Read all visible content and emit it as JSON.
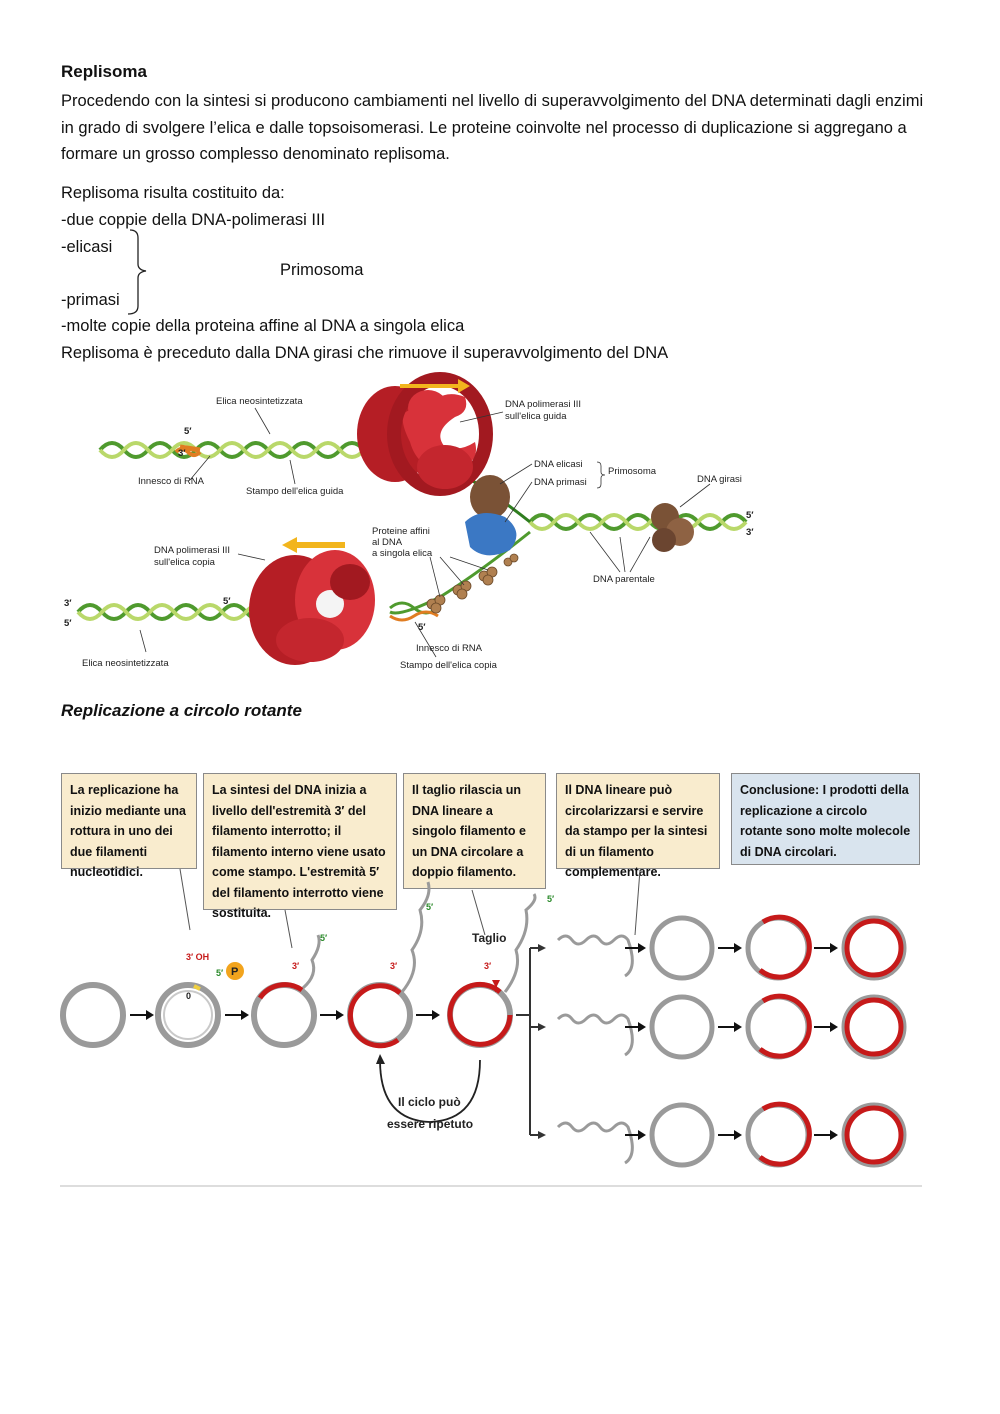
{
  "heading": "Replisoma",
  "paragraph": "Procedendo con la sintesi si producono cambiamenti nel livello di superavvolgimento del DNA determinati dagli enzimi in grado di svolgere l’elica e dalle topsoisomerasi. Le proteine coinvolte nel processo di duplicazione si aggregano a formare un grosso complesso denominato replisoma.",
  "list": {
    "intro": "Replisoma risulta costituito da:",
    "item1": "-due coppie della DNA-polimerasi III",
    "item2": "-elicasi",
    "brace_label": "Primosoma",
    "item3": "-primasi",
    "item4": "-molte copie della proteina affine al DNA a singola elica",
    "closing": "Replisoma è preceduto dalla DNA girasi che rimuove il superavvolgimento del DNA"
  },
  "figure1": {
    "labels": {
      "elica_neo_top": "Elica neosintetizzata",
      "five_top": "5′",
      "three_top": "3′",
      "innesco_top": "Innesco di RNA",
      "stampo_guida": "Stampo dell'elica guida",
      "pol_guida_1": "DNA polimerasi III",
      "pol_guida_2": "sull'elica guida",
      "elicasi": "DNA elicasi",
      "primasi": "DNA primasi",
      "primosoma": "Primosoma",
      "girasi": "DNA girasi",
      "five_right": "5′",
      "three_right": "3′",
      "proteine_1": "Proteine affini",
      "proteine_2": "al DNA",
      "proteine_3": "a singola elica",
      "parentale": "DNA parentale",
      "pol_copia_1": "DNA polimerasi III",
      "pol_copia_2": "sull'elica copia",
      "three_left": "3′",
      "five_left": "5′",
      "five_mid": "5′",
      "five_low": "5′",
      "innesco_bottom": "Innesco di RNA",
      "stampo_copia": "Stampo dell'elica copia",
      "elica_neo_bottom": "Elica neosintetizzata"
    }
  },
  "section2_title": "Replicazione a circolo rotante",
  "figure2": {
    "boxes": [
      "La replicazione ha inizio mediante una rottura in uno dei due filamenti nucleotidici.",
      "La sintesi del DNA inizia a livello dell'estremità 3′ del filamento interrotto; il filamento interno viene usato come stampo. L'estremità 5′ del filamento interrotto viene sostituita.",
      "Il taglio rilascia un DNA lineare a singolo filamento e un DNA circolare a doppio filamento.",
      "Il DNA lineare può circolarizzarsi e servire da stampo per la sintesi di un filamento complementare.",
      "Conclusione: I prodotti della replicazione a circolo rotante sono molte molecole di DNA circolari."
    ],
    "labels": {
      "three_oh": "3′ OH",
      "zero": "0",
      "five_p": "5′",
      "p": "P",
      "three_a": "3′",
      "five_a": "5′",
      "three_b": "3′",
      "five_b": "5′",
      "taglio": "Taglio",
      "three_c": "3′",
      "five_c": "5′",
      "cycle_1": "Il ciclo può",
      "cycle_2": "essere ripetuto"
    }
  },
  "colors": {
    "red_protein": "#c8242c",
    "strand_green": "#4f9a2e",
    "strand_light": "#b9d86a",
    "primer_orange": "#e07d22",
    "arrow_yellow": "#f2b51d",
    "brown_protein": "#7a5236",
    "blue_protein": "#3b78c4",
    "circle_gray": "#9a9a9a",
    "circle_red": "#c61a1a",
    "box_yellow": "#f9ecce",
    "box_blue": "#d9e4ee"
  }
}
